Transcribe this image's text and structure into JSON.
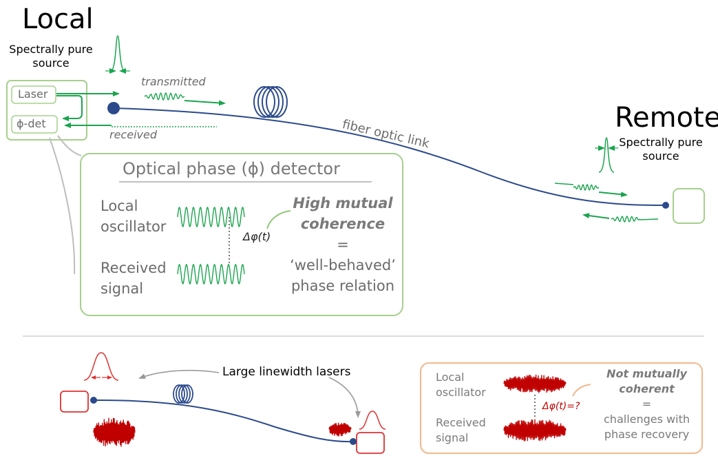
{
  "local": {
    "title": "Local",
    "source_line1": "Spectrally pure",
    "source_line2": "source",
    "laser": "Laser",
    "phidet": "ϕ-det",
    "transmitted": "transmitted",
    "received": "received"
  },
  "link": {
    "label": "fiber optic link"
  },
  "remote": {
    "title": "Remote",
    "source_line1": "Spectrally pure",
    "source_line2": "source"
  },
  "detector": {
    "title": "Optical phase (ϕ) detector",
    "lo_line1": "Local",
    "lo_line2": "oscillator",
    "rx_line1": "Received",
    "rx_line2": "signal",
    "delta": "Δφ(t)",
    "coh_line1": "High mutual",
    "coh_line2": "coherence",
    "equals": "=",
    "rel_line1": "‘well-behaved’",
    "rel_line2": "phase relation"
  },
  "bottom": {
    "lasers": "Large linewidth lasers",
    "lo_line1": "Local",
    "lo_line2": "oscillator",
    "rx_line1": "Received",
    "rx_line2": "signal",
    "delta": "Δφ(t)=?",
    "coh_line1": "Not mutually",
    "coh_line2": "coherent",
    "equals": "=",
    "ch_line1": "challenges with",
    "ch_line2": "phase recovery"
  },
  "colors": {
    "green": "#1aa44e",
    "light_green": "#a6cf8c",
    "navy": "#2b4a8b",
    "red": "#d90f0f",
    "orange": "#f2b88c",
    "gray": "#888888"
  }
}
